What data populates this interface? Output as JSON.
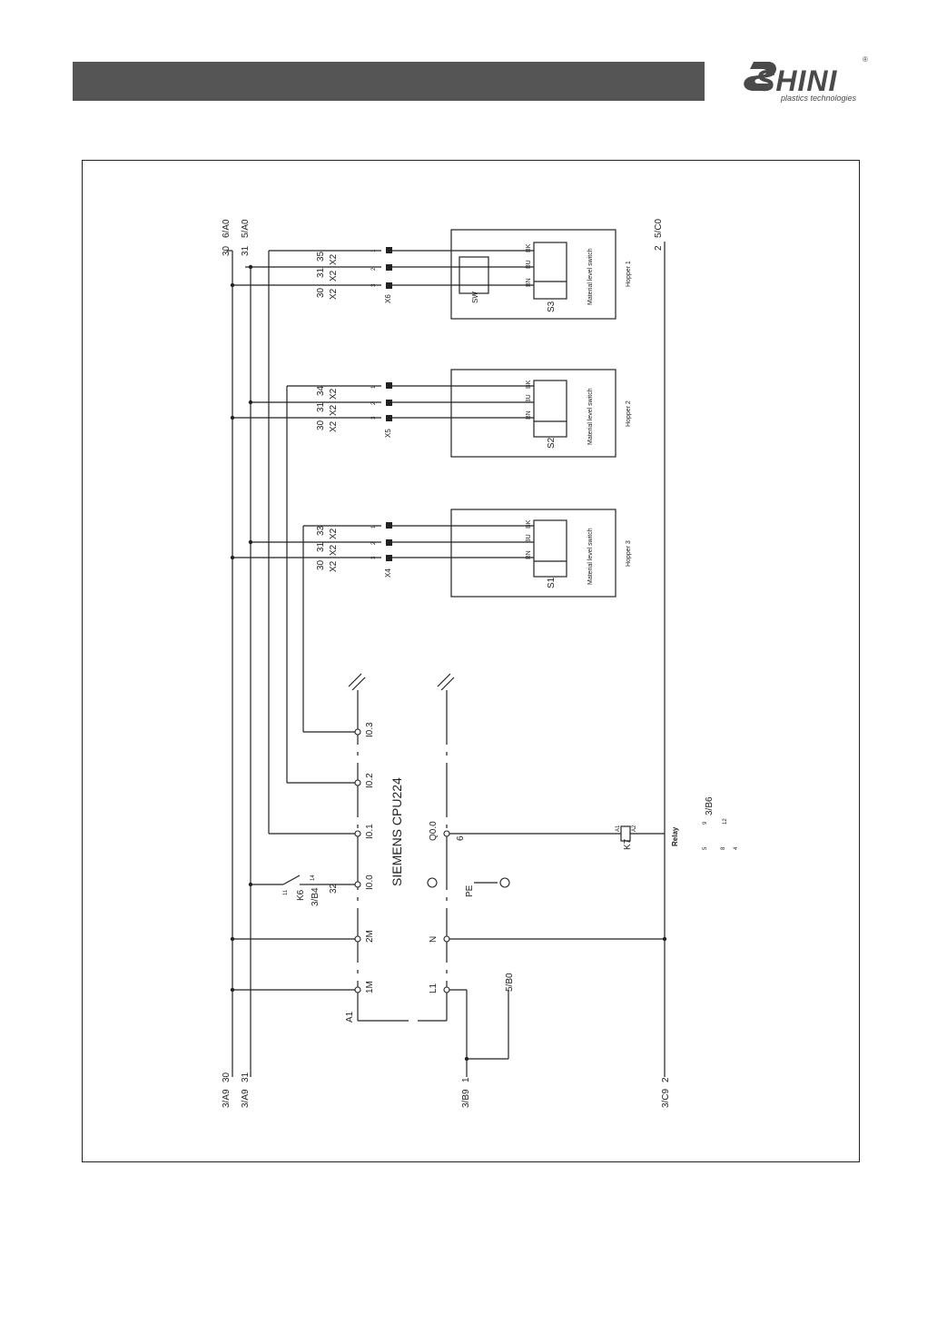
{
  "logo": {
    "brand": "SHINI",
    "tagline": "plastics technologies",
    "registered": "®"
  },
  "plc": {
    "ref": "A1",
    "model": "SIEMENS  CPU224",
    "inputs": [
      "1M",
      "2M",
      "I0.0",
      "I0.1",
      "I0.2",
      "I0.3"
    ],
    "outputs": [
      "L1",
      "N",
      "Q0.0"
    ],
    "pe": "PE"
  },
  "rails": {
    "top_30": "30",
    "top_30_ref": "6/A0",
    "top_31": "31",
    "top_31_ref": "5/A0",
    "top_2": "2",
    "top_2_ref": "5/C0",
    "bot_30_ref": "3/A9",
    "bot_30": "30",
    "bot_31_ref": "3/A9",
    "bot_31": "31",
    "bot_1_ref": "3/B9",
    "bot_1": "1",
    "bot_2_ref": "3/C9",
    "bot_2": "2",
    "l1_ref": "5/B0"
  },
  "k6": {
    "name": "K6",
    "ref": "3/B4",
    "wire": "32",
    "pin_a": "11",
    "pin_b": "14"
  },
  "relay": {
    "name": "K7",
    "label": "Relay",
    "pin_a": "A1",
    "pin_b": "A2",
    "wire": "6",
    "ref": "3/B6",
    "contacts": [
      "5",
      "9",
      "8",
      "12",
      "4"
    ]
  },
  "hoppers": [
    {
      "title": "Hopper 1",
      "switch": "S3",
      "caption": "Material level switch",
      "connector": "X6",
      "terminals": [
        "30",
        "31",
        "35"
      ],
      "xn": [
        "X2",
        "X2",
        "X2"
      ],
      "wires": [
        "BN",
        "BU",
        "BK"
      ],
      "extra": "SW",
      "pins": [
        "1",
        "2",
        "3"
      ]
    },
    {
      "title": "Hopper 2",
      "switch": "S2",
      "caption": "Material level switch",
      "connector": "X5",
      "terminals": [
        "30",
        "31",
        "34"
      ],
      "xn": [
        "X2",
        "X2",
        "X2"
      ],
      "wires": [
        "BN",
        "BU",
        "BK"
      ],
      "pins": [
        "1",
        "2",
        "3"
      ]
    },
    {
      "title": "Hopper 3",
      "switch": "S1",
      "caption": "Material level switch",
      "connector": "X4",
      "terminals": [
        "30",
        "31",
        "33"
      ],
      "xn": [
        "X2",
        "X2",
        "X2"
      ],
      "wires": [
        "BN",
        "BU",
        "BK"
      ],
      "pins": [
        "1",
        "2",
        "3"
      ]
    }
  ]
}
